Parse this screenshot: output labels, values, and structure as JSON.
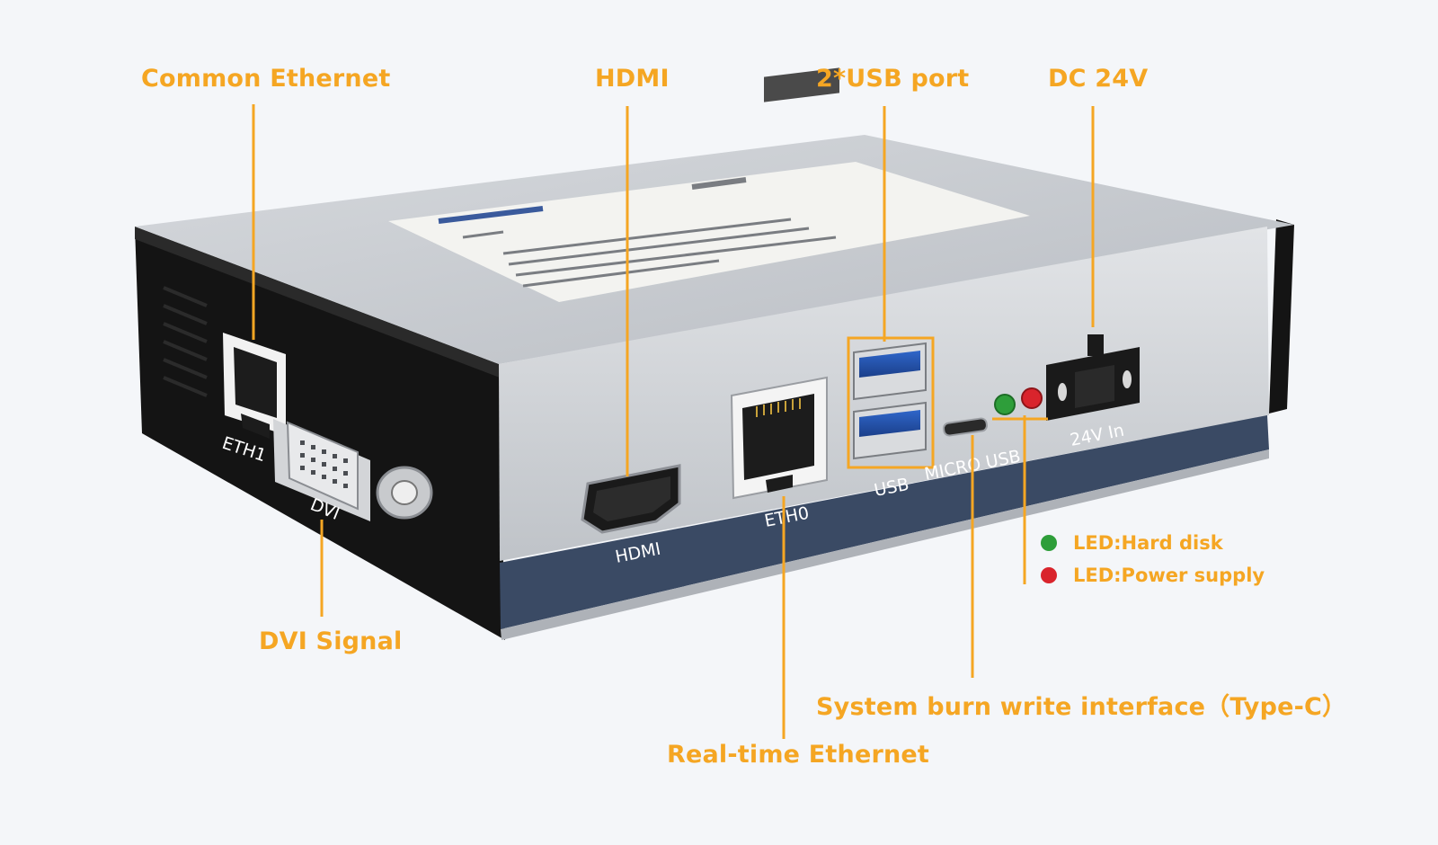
{
  "callouts": {
    "common_ethernet": "Common Ethernet",
    "hdmi": "HDMI",
    "usb_ports": "2*USB port",
    "dc_power": "DC 24V",
    "dvi_signal": "DVI Signal",
    "burn_interface": "System burn write interface（Type-C）",
    "realtime_ethernet": "Real-time Ethernet"
  },
  "legend": {
    "hard_disk": "LED:Hard disk",
    "power_supply": "LED:Power supply"
  },
  "device": {
    "port_labels": {
      "eth1": "ETH1",
      "dvi": "DVI",
      "hdmi": "HDMI",
      "eth0": "ETH0",
      "usb": "USB",
      "micro_usb": "MICRO USB",
      "power_in": "24V In"
    }
  },
  "colors": {
    "accent": "#f5a623",
    "led_green": "#2e9e3a",
    "led_red": "#d9242c",
    "case_silver": "#c9ccd0",
    "case_black": "#141414",
    "band_navy": "#3a4a64"
  }
}
